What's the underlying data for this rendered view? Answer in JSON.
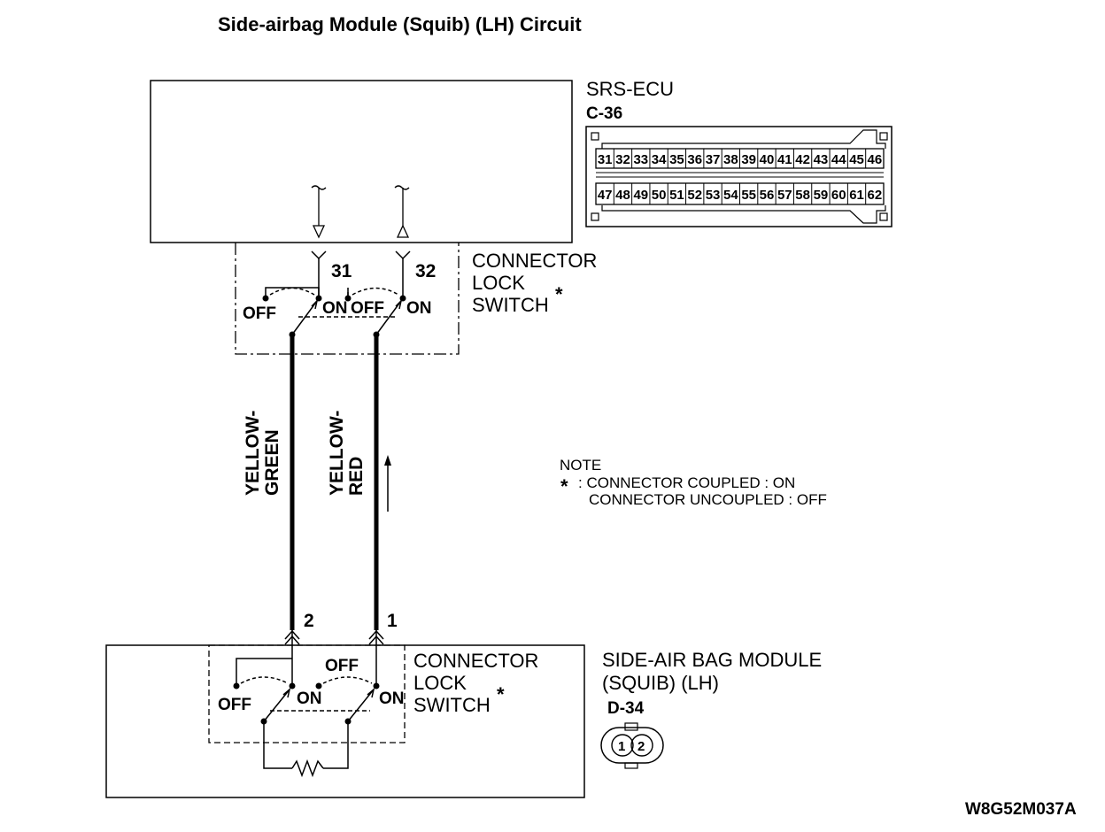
{
  "title": "Side-airbag Module (Squib) (LH) Circuit",
  "ecu": {
    "name": "SRS-ECU",
    "connector": "C-36",
    "pins_row1": [
      "31",
      "32",
      "33",
      "34",
      "35",
      "36",
      "37",
      "38",
      "39",
      "40",
      "41",
      "42",
      "43",
      "44",
      "45",
      "46"
    ],
    "pins_row2": [
      "47",
      "48",
      "49",
      "50",
      "51",
      "52",
      "53",
      "54",
      "55",
      "56",
      "57",
      "58",
      "59",
      "60",
      "61",
      "62"
    ]
  },
  "upper_switch": {
    "label_lines": [
      "CONNECTOR",
      "LOCK",
      "SWITCH"
    ],
    "asterisk": "*",
    "pin_a": "31",
    "pin_b": "32",
    "off": "OFF",
    "on": "ON"
  },
  "wires": {
    "left_line1": "YELLOW-",
    "left_line2": "GREEN",
    "right_line1": "YELLOW-",
    "right_line2": "RED"
  },
  "note": {
    "heading": "NOTE",
    "asterisk": "*",
    "line1": ": CONNECTOR COUPLED : ON",
    "line2": "CONNECTOR UNCOUPLED : OFF"
  },
  "lower_switch": {
    "label_lines": [
      "CONNECTOR",
      "LOCK",
      "SWITCH"
    ],
    "asterisk": "*",
    "pin_a": "2",
    "pin_b": "1",
    "off": "OFF",
    "on": "ON"
  },
  "module": {
    "name_line1": "SIDE-AIR BAG MODULE",
    "name_line2": "(SQUIB) (LH)",
    "connector": "D-34",
    "pin1": "1",
    "pin2": "2"
  },
  "figure_code": "W8G52M037A"
}
